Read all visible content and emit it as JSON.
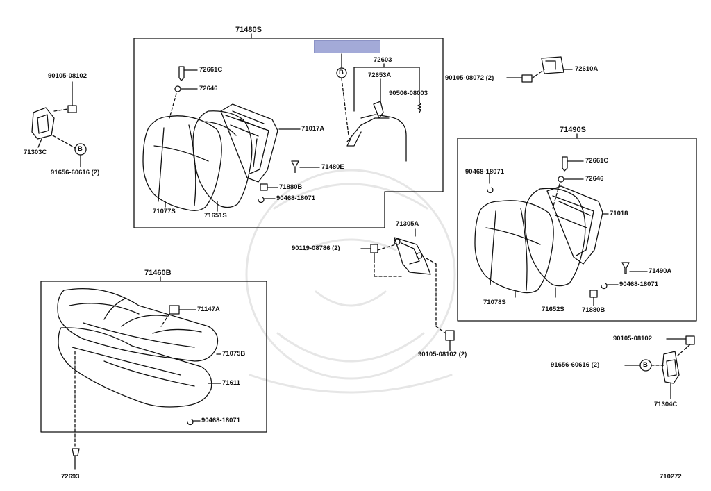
{
  "diagram_number": "710272",
  "highlight_color": "#a3aad8",
  "line_color": "#111111",
  "watermark": "faint emblem watermark (centre)",
  "groups": {
    "g71480S": "71480S",
    "g71490S": "71490S",
    "g71460B": "71460B"
  },
  "labels": {
    "p72603": "72603",
    "p72653A": "72653A",
    "p90506": "90506-08003",
    "p72661C_a": "72661C",
    "p72646_a": "72646",
    "p71017A": "71017A",
    "p71480E": "71480E",
    "p71880B_a": "71880B",
    "p90468_a": "90468-18071",
    "p71077S": "71077S",
    "p71651S": "71651S",
    "p90105_left": "90105-08102",
    "p71303C": "71303C",
    "p91656_left": "91656-60616 (2)",
    "p90105_08072": "90105-08072 (2)",
    "p72610A": "72610A",
    "p72661C_b": "72661C",
    "p90468_b": "90468-18071",
    "p72646_b": "72646",
    "p71018": "71018",
    "p71490A": "71490A",
    "p90468_c": "90468-18071",
    "p71078S": "71078S",
    "p71652S": "71652S",
    "p71880B_b": "71880B",
    "p71305A": "71305A",
    "p90119": "90119-08786 (2)",
    "p90105_mid": "90105-08102 (2)",
    "p71147A": "71147A",
    "p71075B": "71075B",
    "p71611": "71611",
    "p90468_d": "90468-18071",
    "p72693": "72693",
    "p90105_right": "90105-08102",
    "p91656_right": "91656-60616 (2)",
    "p71304C": "71304C"
  },
  "callouts": {
    "b1": "B",
    "b2": "B",
    "b3": "B"
  }
}
